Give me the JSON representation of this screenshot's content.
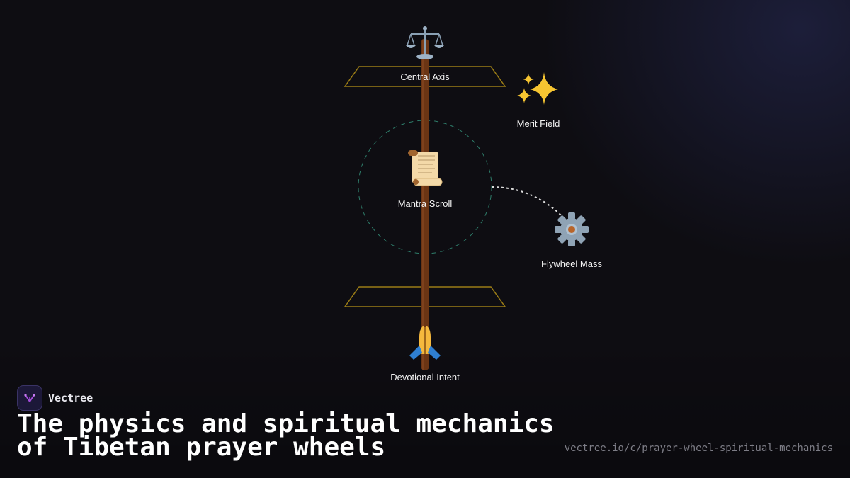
{
  "diagram": {
    "nodes": [
      {
        "id": "central-axis",
        "label": "Central Axis",
        "icon": "balance-scale-icon",
        "glyph": "⚖"
      },
      {
        "id": "merit-field",
        "label": "Merit Field",
        "icon": "sparkles-icon",
        "glyph": "✨"
      },
      {
        "id": "mantra-scroll",
        "label": "Mantra Scroll",
        "icon": "scroll-icon",
        "glyph": "📜"
      },
      {
        "id": "flywheel-mass",
        "label": "Flywheel Mass",
        "icon": "gear-icon",
        "glyph": "⚙"
      },
      {
        "id": "devotional-intent",
        "label": "Devotional Intent",
        "icon": "praying-hands-icon",
        "glyph": "🙏"
      }
    ],
    "edges": [
      {
        "from": "mantra-scroll",
        "to": "flywheel-mass",
        "style": "dotted"
      }
    ],
    "colors": {
      "axis": "#6b3514",
      "frame": "#9a7c16",
      "orbit": "#2e7d6a",
      "edge": "#dcdcdc"
    }
  },
  "brand": {
    "name": "Vectree"
  },
  "footer": {
    "title": "The physics and spiritual mechanics of Tibetan prayer wheels",
    "url": "vectree.io/c/prayer-wheel-spiritual-mechanics"
  }
}
